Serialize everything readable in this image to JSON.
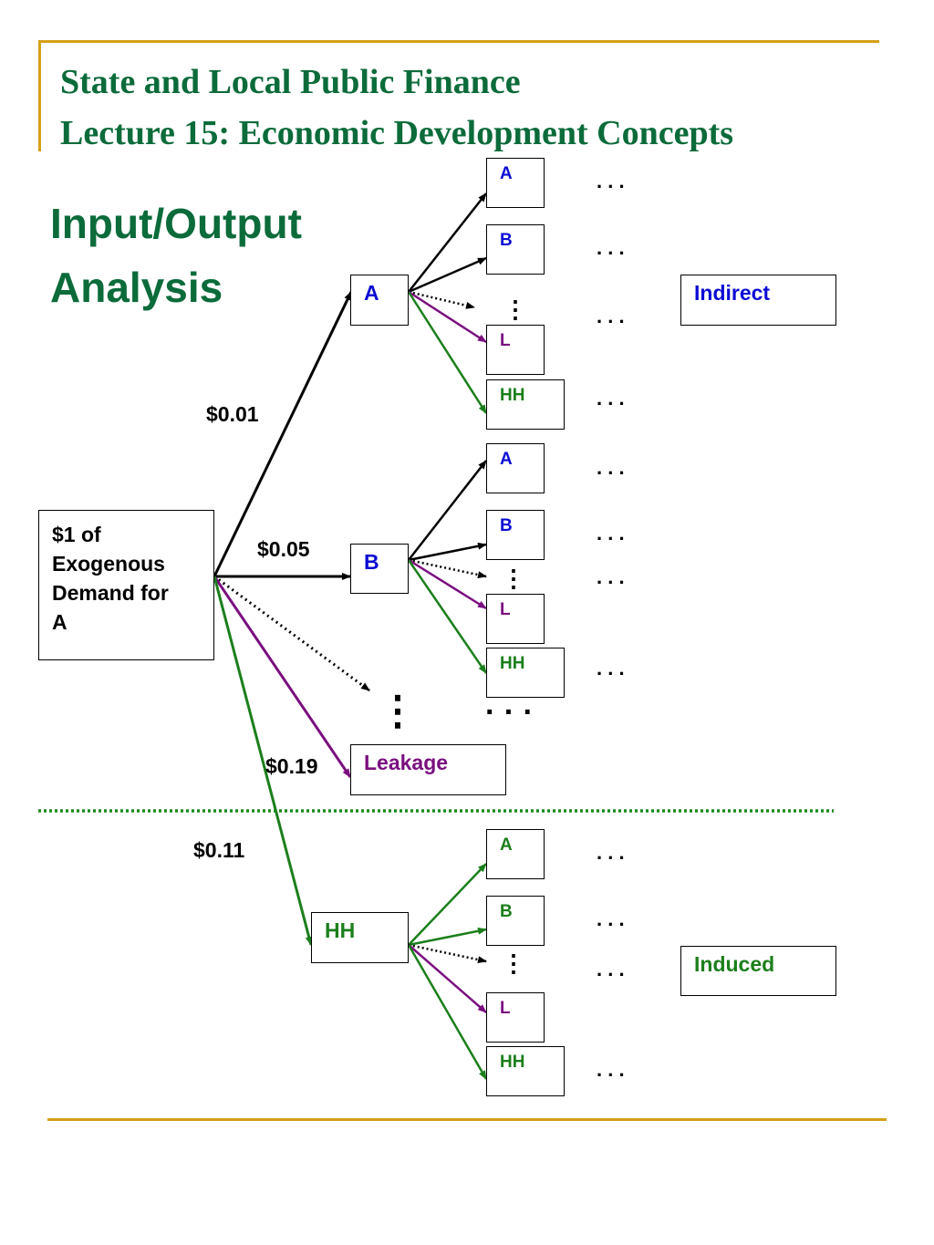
{
  "colors": {
    "gold": "#d4a017",
    "green_title": "#0b6b3a",
    "blue": "#0b0bd4",
    "purple": "#7a0f7f",
    "green": "#1b7f1b",
    "black": "#000000",
    "dotted_divider": "#1b8a1b"
  },
  "title": {
    "line1": "State and Local Public Finance",
    "line2": "Lecture 15: Economic Development Concepts"
  },
  "heading": {
    "line1": "Input/Output",
    "line2": "Analysis"
  },
  "source_box": {
    "line1": "$1 of",
    "line2": "Exogenous",
    "line3": "Demand for",
    "line4": "A"
  },
  "first_round": {
    "a_label": "A",
    "b_label": "B",
    "leakage_label": "Leakage",
    "hh_label": "HH"
  },
  "flow_values": {
    "to_a": "$0.01",
    "to_b": "$0.05",
    "to_leakage": "$0.19",
    "to_hh": "$0.11"
  },
  "second_round": {
    "a": "A",
    "b": "B",
    "l": "L",
    "hh": "HH"
  },
  "ellipsis": {
    "horizontal": ". . .",
    "vertical": "⋮",
    "big": "· · ·"
  },
  "legend": {
    "indirect": "Indirect",
    "induced": "Induced"
  }
}
